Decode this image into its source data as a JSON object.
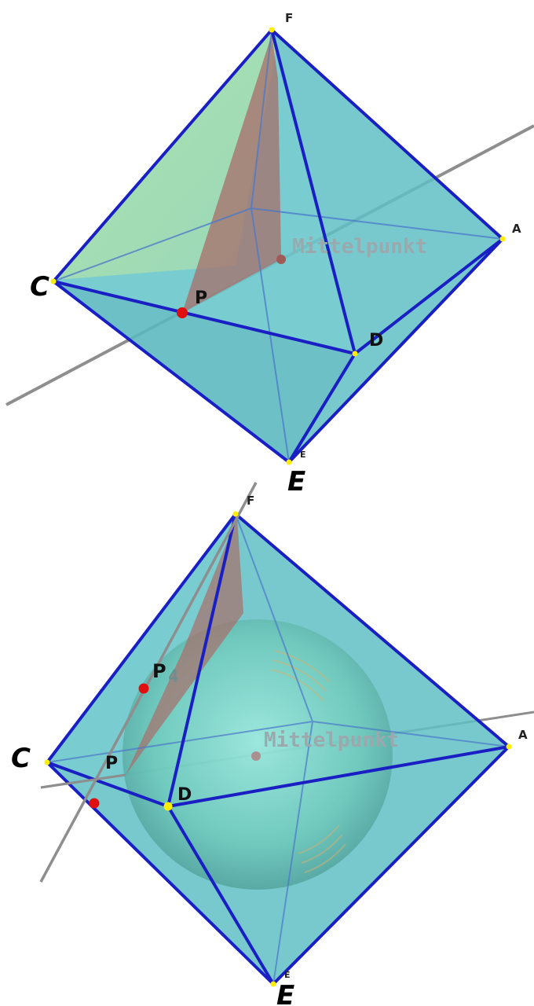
{
  "colors": {
    "face": "#5fbfc6",
    "edge": "#1a1fc4",
    "inner_edge": "#3f6fd0",
    "axis": "#9a9a9a",
    "triangle_green": "#c5ecb0",
    "triangle_red": "#b06060",
    "point_red": "#e01010",
    "vertex_yellow": "#ffee00",
    "sphere": "#7fd9c0"
  },
  "top": {
    "labels": {
      "F": "F",
      "A": "A",
      "C": "C",
      "D": "D",
      "E": "E",
      "E_small": "E",
      "P": "P",
      "center": "Mittelpunkt"
    }
  },
  "bottom": {
    "labels": {
      "F": "F",
      "A": "A",
      "C": "C",
      "D": "D",
      "E": "E",
      "E_small": "E",
      "P": "P",
      "P4": "P",
      "P4_ghost": "4",
      "center": "Mittelpunkt"
    }
  }
}
